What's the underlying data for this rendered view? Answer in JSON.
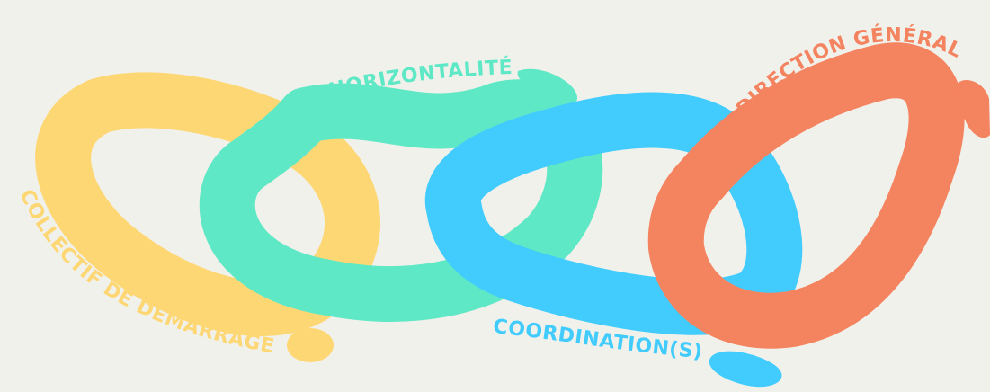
{
  "labels": {
    "collectif": "COLLECTIF DE DÉMARRAGE",
    "horizontalite": "HORIZONTALITÉ",
    "coordinations": "COORDINATION(S)",
    "direction": "DIRECTION GÉNÉRALE"
  },
  "colors": {
    "background": "#f1f1ec",
    "yellow": "#fed775",
    "green": "#5fe8c5",
    "blue": "#42ccfd",
    "orange": "#f4835f"
  }
}
